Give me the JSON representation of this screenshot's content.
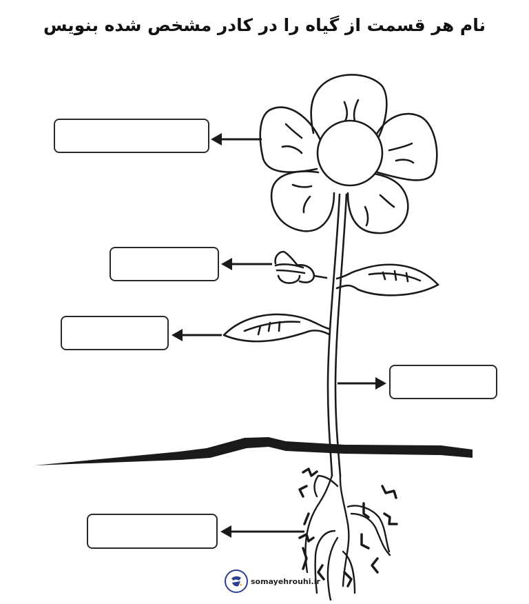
{
  "worksheet": {
    "title": "نام هر قسمت از گیاه را در کادر مشخص شده بنویس",
    "watermark": "somayehrouhi.ir",
    "accent_color": "#2c3d8f",
    "line_color": "#1a1a1a"
  },
  "label_boxes": [
    {
      "id": "flower",
      "points_to": "flower",
      "value": "",
      "placeholder": ""
    },
    {
      "id": "bud",
      "points_to": "bud",
      "value": "",
      "placeholder": ""
    },
    {
      "id": "leaf",
      "points_to": "leaf",
      "value": "",
      "placeholder": ""
    },
    {
      "id": "stem",
      "points_to": "stem",
      "value": "",
      "placeholder": ""
    },
    {
      "id": "root",
      "points_to": "root",
      "value": "",
      "placeholder": ""
    }
  ],
  "icons": {
    "logo": "site-logo-icon"
  }
}
